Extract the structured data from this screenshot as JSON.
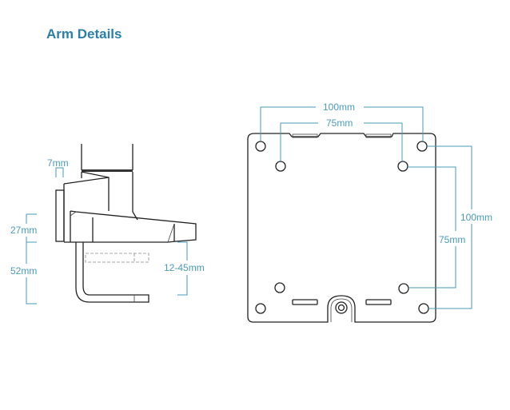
{
  "title": "Arm Details",
  "side_view": {
    "plate_thickness": "7mm",
    "base_height": "27mm",
    "clamp_depth": "52mm",
    "clamp_range": "12-45mm"
  },
  "vesa_plate": {
    "width_outer": "100mm",
    "width_inner": "75mm",
    "height_outer": "100mm",
    "height_inner": "75mm"
  },
  "colors": {
    "title": "#2b7fa8",
    "dimension": "#4a9bb8"
  }
}
